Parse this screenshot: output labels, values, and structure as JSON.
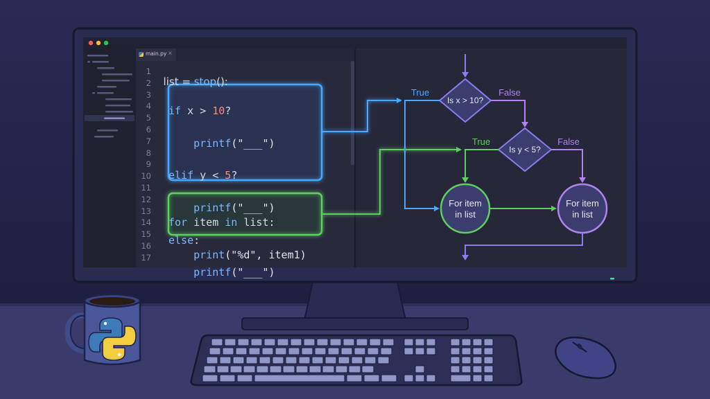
{
  "editor": {
    "tab_label": "main.py",
    "tab_close": "×",
    "line_numbers": [
      "1",
      "2",
      "3",
      "4",
      "5",
      "6",
      "7",
      "8",
      "9",
      "10",
      "11",
      "12",
      "13",
      "14",
      "15",
      "16",
      "17"
    ],
    "line1": {
      "a": "list = ",
      "b": "stop",
      "c": "():"
    },
    "block1": {
      "if_kw": "if",
      "if_cond": " x > ",
      "if_num": "10",
      "if_end": "?",
      "p1_fn": "    printf",
      "p1_arg": "(\"___\")",
      "elif_kw": "elif",
      "elif_cond": " y < ",
      "elif_num": "5",
      "elif_end": "?",
      "p2_fn": "    printf",
      "p2_arg": "(\"___\")",
      "else_kw": "else",
      "else_end": ":",
      "p3_fn": "    printf",
      "p3_arg": "(\"___\")"
    },
    "block2": {
      "for_kw": "for",
      "for_mid": " item ",
      "in_kw": "in",
      "for_end": " list:",
      "print_fn": "    print",
      "print_arg": "(\"%d\", item1)"
    }
  },
  "flowchart": {
    "decision1": "Is x > 10?",
    "decision2": "Is y < 5?",
    "true1": "True",
    "false1": "False",
    "true2": "True",
    "false2": "False",
    "loop1_line1": "For item",
    "loop1_line2": "in list",
    "loop2_line1": "For item",
    "loop2_line2": "in list"
  },
  "colors": {
    "blue": "#4aa8ff",
    "green": "#5fd05f",
    "purple": "#b084f0",
    "node_fill": "#3b3d6e"
  },
  "icons": {
    "mug_logo": "python-logo-icon",
    "window_close": "close-dot-icon",
    "window_minimize": "minimize-dot-icon",
    "window_maximize": "maximize-dot-icon"
  }
}
